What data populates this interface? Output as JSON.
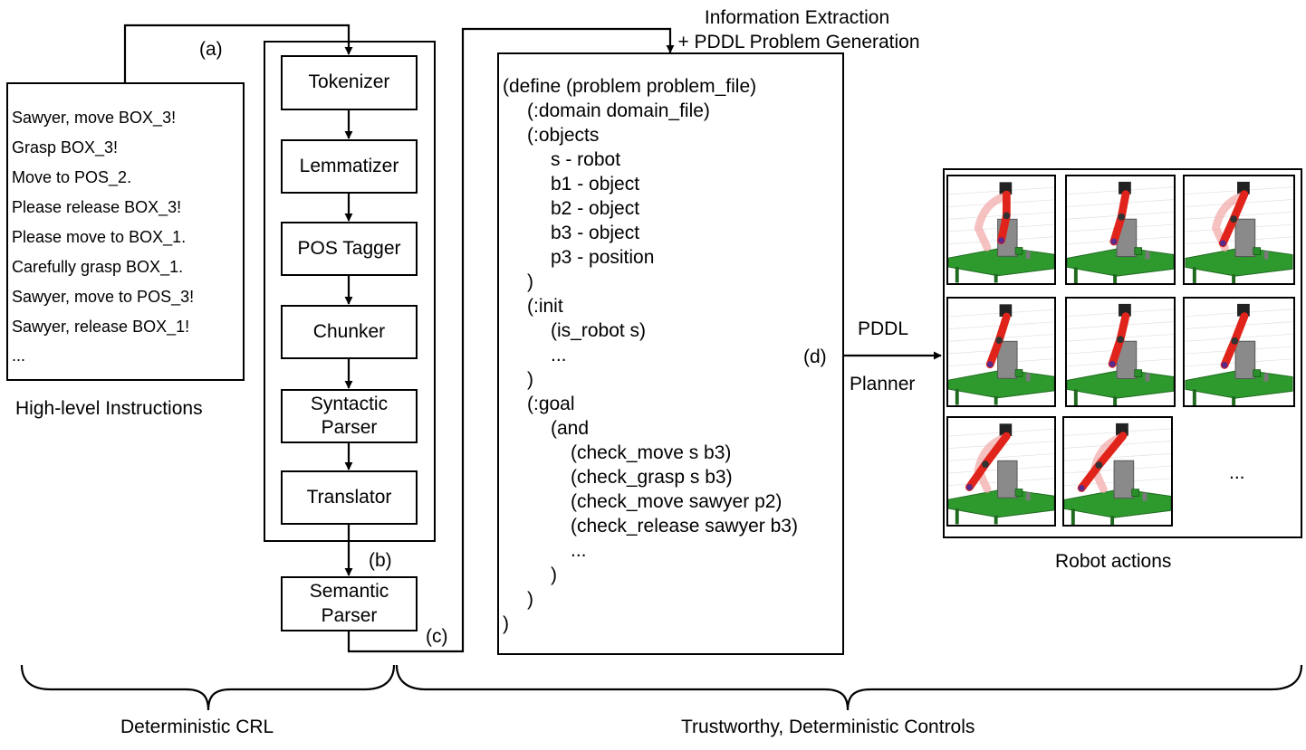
{
  "labels": {
    "a": "(a)",
    "b": "(b)",
    "c": "(c)",
    "d": "(d)",
    "info_extraction_line1": "Information Extraction",
    "info_extraction_line2": "+ PDDL Problem Generation",
    "pddl": "PDDL",
    "planner": "Planner",
    "high_level_instructions": "High-level Instructions",
    "robot_actions": "Robot actions",
    "deterministic_crl": "Deterministic CRL",
    "trustworthy_controls": "Trustworthy, Deterministic Controls",
    "ellipsis": "..."
  },
  "instructions": [
    "Sawyer, move BOX_3!",
    "Grasp BOX_3!",
    "Move to POS_2.",
    "Please release BOX_3!",
    "Please move to BOX_1.",
    "Carefully grasp BOX_1.",
    "Sawyer, move to POS_3!",
    "Sawyer, release BOX_1!",
    "..."
  ],
  "pipeline": {
    "tokenizer": "Tokenizer",
    "lemmatizer": "Lemmatizer",
    "pos_tagger": "POS Tagger",
    "chunker": "Chunker",
    "syntactic_parser_1": "Syntactic",
    "syntactic_parser_2": "Parser",
    "translator": "Translator",
    "semantic_parser_1": "Semantic",
    "semantic_parser_2": "Parser"
  },
  "pddl_problem": [
    "(define (problem problem_file)",
    "(:domain domain_file)",
    "(:objects",
    "s - robot",
    "b1 - object",
    "b2 - object",
    "b3 - object",
    "p3 - position",
    ")",
    "(:init",
    "(is_robot s)",
    "...",
    ")",
    "(:goal",
    "(and",
    "(check_move s b3)",
    "(check_grasp s b3)",
    "(check_move sawyer p2)",
    "(check_release sawyer b3)",
    "...",
    ")",
    ")",
    ")"
  ],
  "colors": {
    "line": "#000000",
    "robot_arm": "#e0241b",
    "robot_base": "#8a8a8a",
    "table": "#2e9a2e",
    "ghost_arm": "#f2a6a6"
  }
}
